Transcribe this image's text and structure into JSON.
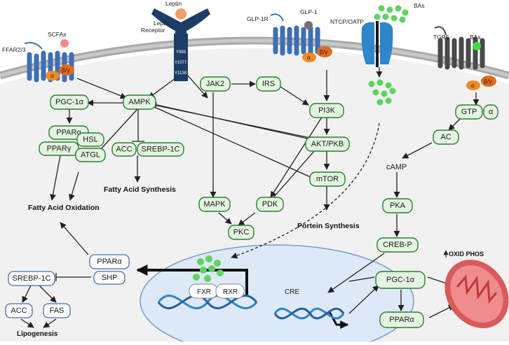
{
  "receptors": {
    "ffar": "FFAR2/3",
    "scfas": "SCFAs",
    "leptin": "Leptin",
    "leptin_receptor": "Leptin\nReceptor",
    "y985": "Y985",
    "y1077": "Y1077",
    "y1138": "Y1138",
    "glp1r": "GLP-1R",
    "glp1": "GLP-1",
    "ntcp": "NTCP/OATP",
    "bas_top": "BAs",
    "tgr5": "TGR5",
    "bas_tgr5": "BAs",
    "alpha": "α",
    "beta_gamma": "β/γ"
  },
  "nodes": {
    "ampk": "AMPK",
    "pgc1a_left": "PGC-1α",
    "ppara_left": "PPARα",
    "pparg": "PPARγ",
    "hsl": "HSL",
    "atgl": "ATGL",
    "acc_mid": "ACC",
    "srebp_mid": "SREBP-1C",
    "jak2": "JAK2",
    "irs": "IRS",
    "pi3k": "PI3K",
    "akt": "AKT/PKB",
    "mtor": "mTOR",
    "mapk": "MAPK",
    "pdk": "PDK",
    "pkc": "PKC",
    "gtp": "GTP",
    "gtp_alpha": "α",
    "ac": "AC",
    "pka": "PKA",
    "crebp": "CREB-P",
    "pgc1a_right": "PGC-1α",
    "ppara_right": "PPARα"
  },
  "labels": {
    "fatty_acid_synthesis": "Fatty Acid Synthesis",
    "fatty_acid_oxidation": "Fatty Acid Oxidation",
    "protein_synthesis": "Portein Synthesis",
    "camp": "cAMP",
    "oxid_phos": "OXID PHOS",
    "cre": "CRE",
    "fxr": "FXR",
    "rxr": "RXR",
    "lipogenesis": "Lipogenesis"
  },
  "lower_left": {
    "ppara": "PPARα",
    "shp": "SHP",
    "srebp": "SREBP-1C",
    "acc": "ACC",
    "fas": "FAS"
  },
  "colors": {
    "green_fill": "#e3f4e1",
    "green_stroke": "#2e7d32",
    "receptor_blue": "#3d6fb4",
    "navy": "#1d3c68",
    "orange": "#f08a24",
    "grey": "#5a5a5a",
    "nucleus": "#dde9f7",
    "mito": "#c94b4b"
  }
}
